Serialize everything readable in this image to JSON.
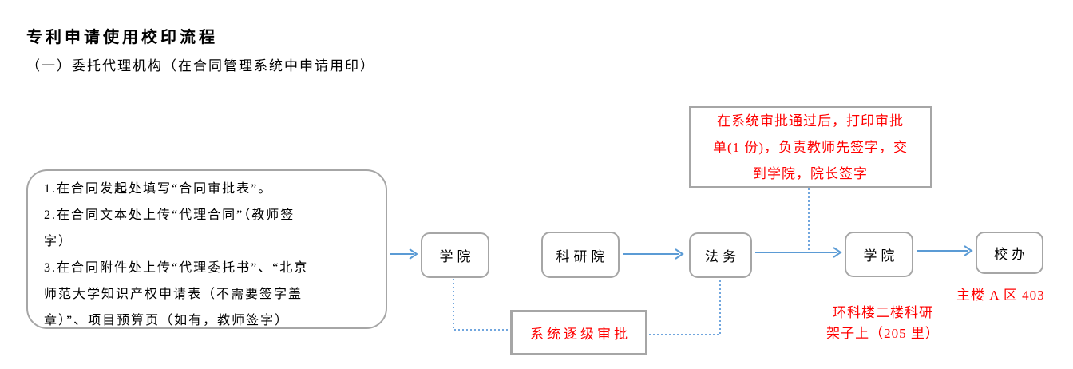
{
  "page": {
    "title": "专利申请使用校印流程",
    "subtitle": "（一）委托代理机构（在合同管理系统中申请用印）"
  },
  "instructions_box": {
    "text": "1.在合同发起处填写“合同审批表”。\n2.在合同文本处上传“代理合同”（教师签\n字）\n3.在合同附件处上传“代理委托书”、“北京\n师范大学知识产权申请表（不需要签字盖\n章）”、项目预算页（如有，教师签字）"
  },
  "flow_steps": [
    {
      "label": "学院"
    },
    {
      "label": "科研院"
    },
    {
      "label": "法务"
    },
    {
      "label": "学院"
    },
    {
      "label": "校办"
    }
  ],
  "print_note_box": {
    "text": "在系统审批通过后，打印审批\n单(1 份)，负责教师先签字，交\n到学院，院长签字"
  },
  "system_approval_box": {
    "label": "系统逐级审批"
  },
  "location_notes": {
    "xiaoban": "主楼 A 区 403",
    "xueyuan": "环科楼二楼科研\n架子上（205 里）"
  },
  "colors": {
    "arrow_blue": "#5B9BD5",
    "dotted_blue": "#71A6DE",
    "border_gray": "#A6A6A6",
    "note_red": "#FF0000"
  }
}
